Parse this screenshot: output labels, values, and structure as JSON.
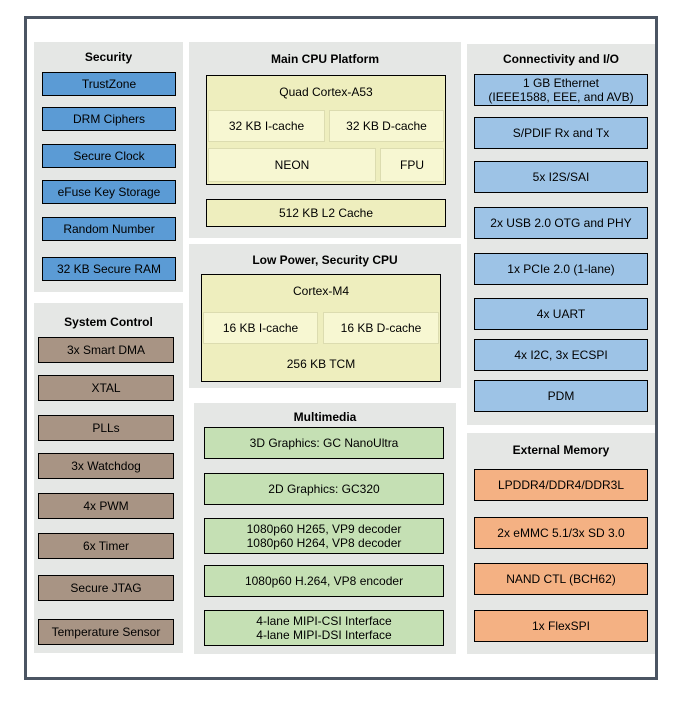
{
  "security": {
    "title": "Security",
    "items": [
      "TrustZone",
      "DRM Ciphers",
      "Secure Clock",
      "eFuse Key Storage",
      "Random Number",
      "32 KB Secure RAM"
    ]
  },
  "system_control": {
    "title": "System Control",
    "items": [
      "3x Smart DMA",
      "XTAL",
      "PLLs",
      "3x Watchdog",
      "4x PWM",
      "6x Timer",
      "Secure JTAG",
      "Temperature Sensor"
    ]
  },
  "main_cpu": {
    "title": "Main CPU Platform",
    "core": "Quad Cortex-A53",
    "icache": "32 KB I-cache",
    "dcache": "32 KB D-cache",
    "neon": "NEON",
    "fpu": "FPU",
    "l2": "512 KB L2 Cache"
  },
  "low_power_cpu": {
    "title": "Low Power, Security CPU",
    "core": "Cortex-M4",
    "icache": "16 KB I-cache",
    "dcache": "16 KB D-cache",
    "tcm": "256 KB TCM"
  },
  "multimedia": {
    "title": "Multimedia",
    "items": [
      "3D Graphics: GC NanoUltra",
      "2D Graphics: GC320",
      "1080p60 H265, VP9 decoder\n1080p60 H264, VP8 decoder",
      "1080p60 H.264, VP8 encoder",
      "4-lane MIPI-CSI Interface\n4-lane MIPI-DSI Interface"
    ]
  },
  "connectivity": {
    "title": "Connectivity and I/O",
    "items": [
      "1 GB Ethernet\n(IEEE1588, EEE, and AVB)",
      "S/PDIF Rx and Tx",
      "5x I2S/SAI",
      "2x USB 2.0 OTG and PHY",
      "1x PCIe 2.0 (1-lane)",
      "4x UART",
      "4x I2C, 3x ECSPI",
      "PDM"
    ]
  },
  "external_memory": {
    "title": "External Memory",
    "items": [
      "LPDDR4/DDR4/DDR3L",
      "2x eMMC 5.1/3x SD 3.0",
      "NAND CTL (BCH62)",
      "1x FlexSPI"
    ]
  },
  "colors": {
    "security": "#5b9bd5",
    "connectivity": "#9dc3e6",
    "system_control": "#a89484",
    "multimedia": "#c5e0b4",
    "external_memory": "#f4b183",
    "cpu": "#eeeebe",
    "panel": "#e5e7e5",
    "frame": "#4b5563"
  }
}
